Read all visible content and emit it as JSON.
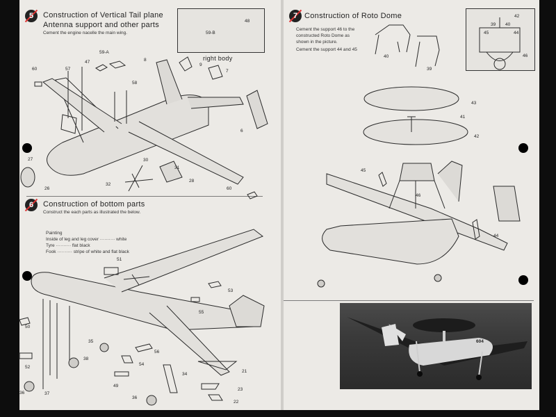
{
  "step5": {
    "number": "5",
    "title_line1": "Construction of Vertical Tail plane",
    "title_line2": "Antenna support and other parts",
    "instruction": "Cement the engine nacelle the main wing.",
    "inset_caption": "right body",
    "inset_labels": [
      "48",
      "59-B"
    ],
    "part_numbers": [
      "59-A",
      "47",
      "57",
      "60",
      "58",
      "8",
      "9",
      "7",
      "6",
      "27",
      "26",
      "30",
      "31",
      "32",
      "28",
      "60"
    ]
  },
  "step6": {
    "number": "6",
    "title": "Construction of bottom parts",
    "instruction": "Construct the each parts as illustrated the below.",
    "painting_title": "Painting",
    "painting_items": [
      {
        "part": "Inside of leg and leg cover",
        "paint": "white"
      },
      {
        "part": "Tyre",
        "paint": "flat black"
      },
      {
        "part": "Fook",
        "paint": "stripe of white and flat black"
      }
    ],
    "part_numbers": [
      "51",
      "53",
      "55",
      "50",
      "35",
      "56",
      "54",
      "52",
      "49",
      "38",
      "37",
      "36",
      "36",
      "34",
      "21",
      "23",
      "22"
    ]
  },
  "step7": {
    "number": "7",
    "title": "Construction of Roto Dome",
    "instruction_lines": [
      "Cement the support 46 to the",
      "constructed Roto Dome as",
      "shown in the picture.",
      "Cement the support 44 and 45"
    ],
    "part_numbers": [
      "40",
      "39",
      "43",
      "41",
      "42",
      "45",
      "46",
      "44"
    ],
    "inset_labels": [
      "42",
      "39",
      "40",
      "45",
      "44",
      "46"
    ]
  },
  "photo": {
    "tail_marking": "604"
  },
  "colors": {
    "paper": "#eceae6",
    "ink": "#222222",
    "background": "#0d0d0d",
    "badge_slash": "#dd3333"
  }
}
